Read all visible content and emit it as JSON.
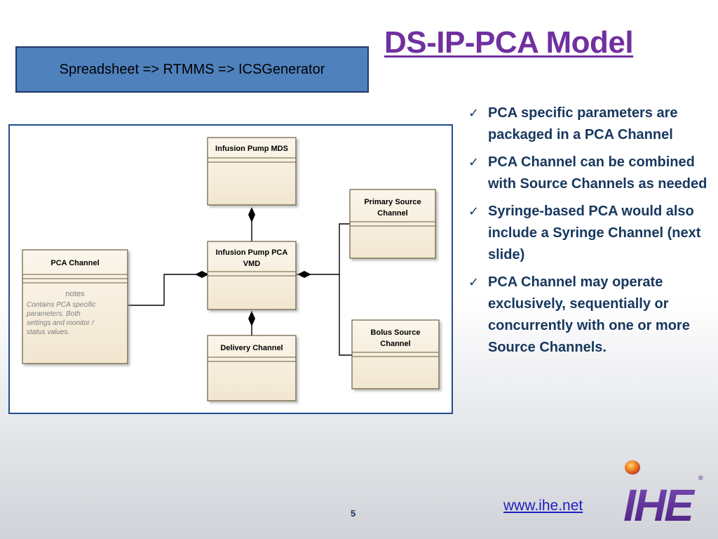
{
  "slide": {
    "title": "DS-IP-PCA Model",
    "subtitle": "Spreadsheet => RTMMS => ICSGenerator",
    "page_number": "5",
    "footer_url": "www.ihe.net"
  },
  "diagram": {
    "classes": {
      "infusion_pump_mds": "Infusion Pump MDS",
      "primary_source_line1": "Primary Source",
      "primary_source_line2": "Channel",
      "pca_channel": "PCA Channel",
      "ip_pca_vmd_line1": "Infusion Pump PCA",
      "ip_pca_vmd_line2": "VMD",
      "bolus_source_line1": "Bolus Source",
      "bolus_source_line2": "Channel",
      "delivery_channel": "Delivery Channel"
    },
    "note": {
      "title": "notes",
      "lines": [
        "Contains PCA specific",
        "parameters.  Both",
        "settings and monitor /",
        "status values."
      ]
    }
  },
  "bullets": [
    {
      "check": "✓",
      "text": "PCA specific parameters are packaged in a PCA Channel"
    },
    {
      "check": "✓",
      "text": "PCA Channel can be combined with Source Channels as needed"
    },
    {
      "check": "✓",
      "text": "Syringe-based PCA would also include a Syringe Channel (next slide)"
    },
    {
      "check": "✓",
      "text": "PCA Channel may operate exclusively, sequentially or concurrently with one or more Source Channels."
    }
  ],
  "logo": {
    "text": "IHE",
    "registered": "®",
    "colors": {
      "purple": "#5b2d90",
      "orange": "#f08a24"
    }
  }
}
